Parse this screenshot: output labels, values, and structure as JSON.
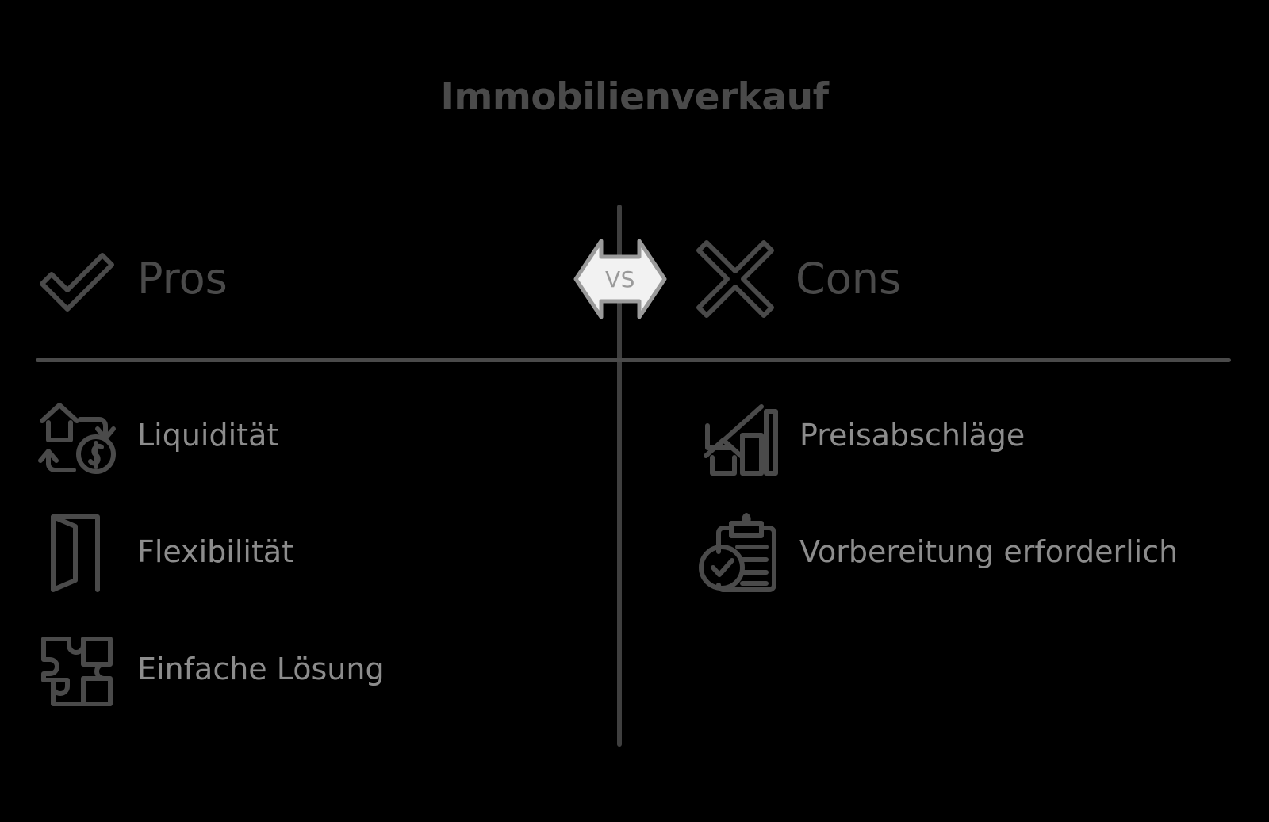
{
  "title": "Immobilienverkauf",
  "divider": {
    "center_badge_label": "VS"
  },
  "colors": {
    "background": "#000000",
    "title_text": "#4a4a4a",
    "heading_text": "#4a4a4a",
    "item_text": "#8c8c8c",
    "line": "#4a4a4a",
    "icon_stroke": "#4a4a4a",
    "badge_fill": "#f2f2f2",
    "badge_stroke": "#9a9a9a",
    "badge_text": "#9a9a9a"
  },
  "columns": {
    "pros": {
      "heading": "Pros",
      "heading_icon": "check-icon",
      "items": [
        {
          "label": "Liquidität",
          "icon": "house-money-exchange-icon"
        },
        {
          "label": "Flexibilität",
          "icon": "open-door-icon"
        },
        {
          "label": "Einfache Lösung",
          "icon": "puzzle-piece-icon"
        }
      ]
    },
    "cons": {
      "heading": "Cons",
      "heading_icon": "cross-icon",
      "items": [
        {
          "label": "Preisabschläge",
          "icon": "declining-bar-chart-house-icon"
        },
        {
          "label": "Vorbereitung erforderlich",
          "icon": "clipboard-check-icon"
        }
      ]
    }
  }
}
